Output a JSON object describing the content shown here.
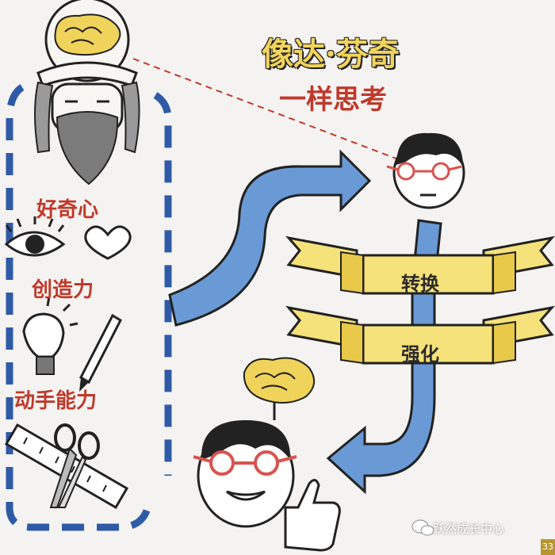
{
  "title": {
    "line1": "像达·芬奇",
    "line2": "一样思考"
  },
  "traits": [
    "好奇心",
    "创造力",
    "动手能力"
  ],
  "banners": [
    "转换",
    "强化"
  ],
  "watermark": "跃然成长中心",
  "page_number": "33",
  "colors": {
    "background": "#f4f3f1",
    "title_yellow": "#f2d45c",
    "text_red": "#c0392b",
    "arrow_blue": "#6a9ad6",
    "brain_yellow": "#f0d35a",
    "banner_yellow": "#f6e27a",
    "glasses_red": "#d9534f"
  },
  "icons": [
    "brain-icon",
    "eye-icon",
    "heart-icon",
    "lightbulb-icon",
    "pencil-icon",
    "scissors-icon",
    "ruler-icon",
    "thumbs-up-icon",
    "wechat-icon"
  ]
}
